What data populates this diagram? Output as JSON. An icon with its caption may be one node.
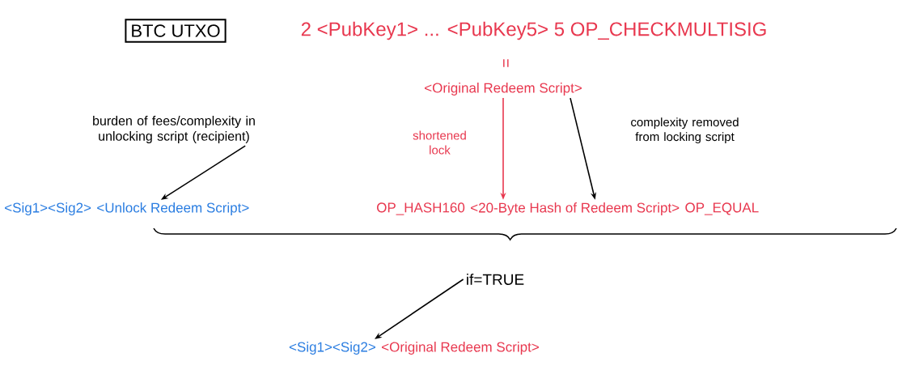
{
  "diagram": {
    "nodes": [
      {
        "text": [
          "BTC UTXO"
        ]
      },
      {
        "text": [
          "2 <PubKey1> ... <PubKey5> 5 OP_CHECKMULTISIG"
        ]
      },
      {
        "text": [
          "<Original Redeem Script>"
        ]
      },
      {
        "text": [
          "burden of fees/complexity in unlocking script (recipient)"
        ]
      },
      {
        "text": [
          "<Sig1><Sig2>"
        ]
      },
      {
        "text": [
          "<Unlock Redeem Script>"
        ]
      },
      {
        "text": [
          "OP_HASH160"
        ]
      },
      {
        "text": [
          "<20-Byte Hash of Redeem Script>"
        ]
      },
      {
        "text": [
          "OP_EQUAL"
        ]
      },
      {
        "text": [
          "if=TRUE"
        ]
      },
      {
        "text": [
          "<Sig1><Sig2>"
        ]
      },
      {
        "text": [
          "<Original Redeem Script>"
        ]
      }
    ],
    "edges": [
      {
        "from": 3,
        "to": 5,
        "arrow": "to"
      },
      {
        "from": 2,
        "to": 7,
        "arrow": "to",
        "label": "shortened lock",
        "color": "#e8384f"
      },
      {
        "from": 2,
        "to": 7,
        "arrow": "to",
        "label": "complexity removed from locking script"
      },
      {
        "from": 9,
        "to": 10,
        "arrow": "to"
      }
    ],
    "labels": [
      "="
    ]
  }
}
